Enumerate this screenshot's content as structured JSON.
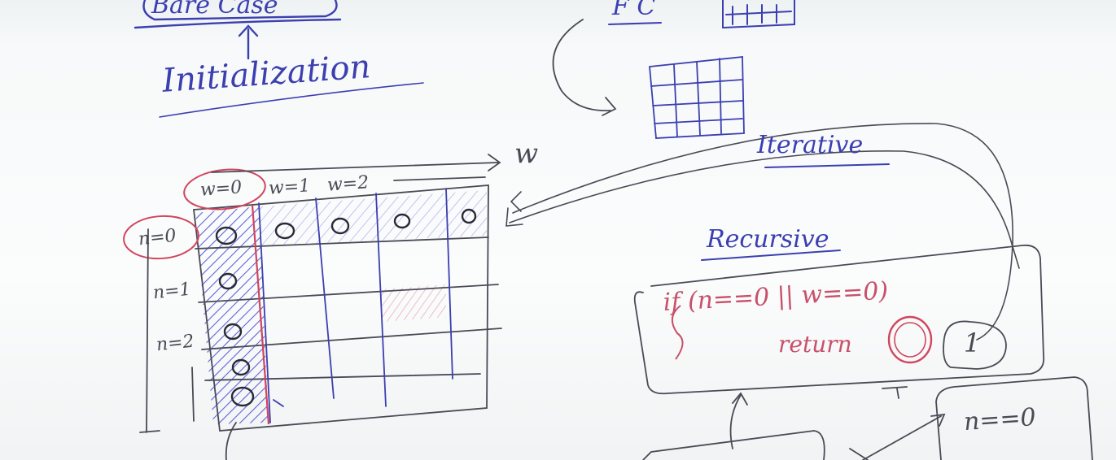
{
  "board": {
    "top_left": {
      "bare_label": "Bare Case",
      "init_label": "Initialization"
    },
    "top_center": {
      "fc_label": "F C"
    },
    "table": {
      "w_axis_label": "w",
      "col_headers": [
        "w=0",
        "w=1",
        "w=2"
      ],
      "row_headers": [
        "n=0",
        "n=1",
        "n=2"
      ],
      "cell_mark": "0"
    },
    "right": {
      "iterative_label": "Iterative",
      "recursive_label": "Recursive",
      "condition_text": "if (n==0 || w==0)",
      "return_text": "return",
      "return_value": "1",
      "bottom_cond": "n==0"
    }
  }
}
